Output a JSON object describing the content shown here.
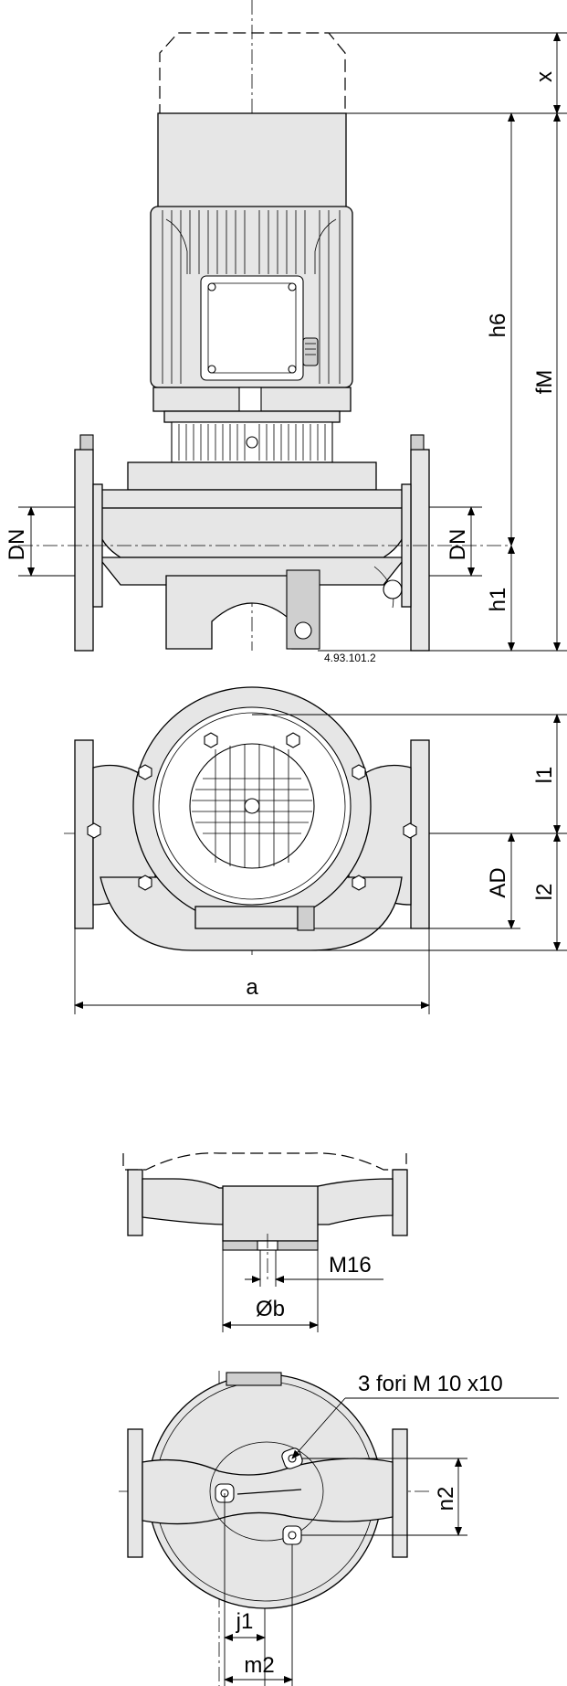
{
  "drawing_number": "4.93.101.2",
  "dimensions": {
    "x": "x",
    "h6": "h6",
    "fM": "fM",
    "dn": "DN",
    "h1": "h1",
    "l1": "l1",
    "l2": "l2",
    "ad": "AD",
    "a": "a",
    "m16": "M16",
    "ob": "Øb",
    "holes_note": "3 fori M 10 x10",
    "n2": "n2",
    "j1": "j1",
    "m2": "m2"
  }
}
